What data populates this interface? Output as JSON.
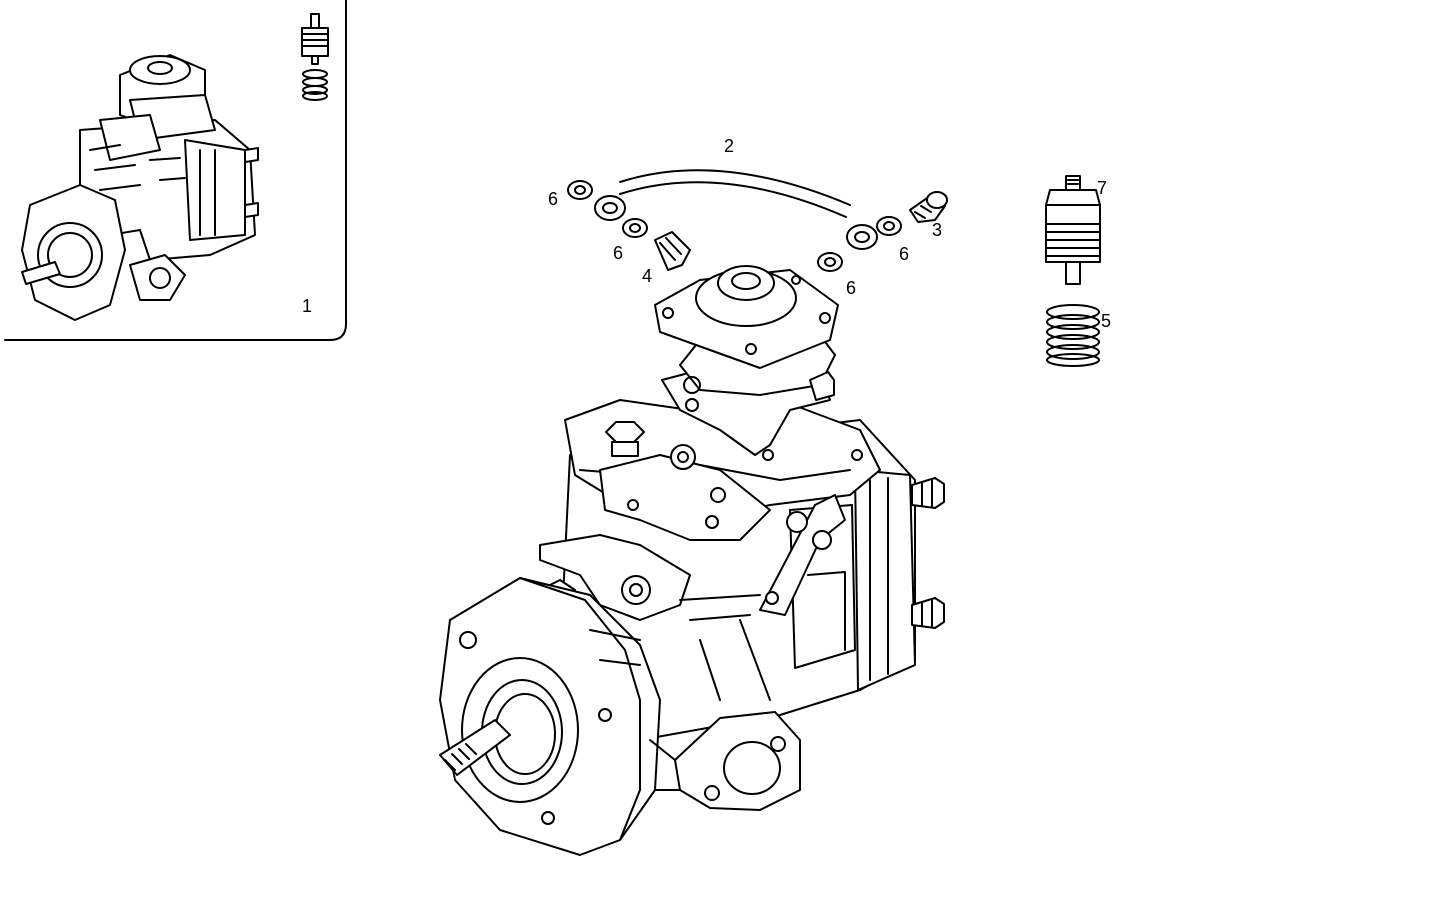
{
  "callouts": {
    "c1": "1",
    "c2": "2",
    "c3": "3",
    "c4": "4",
    "c5": "5",
    "c6a": "6",
    "c6b": "6",
    "c6c": "6",
    "c6d": "6",
    "c7": "7"
  },
  "colors": {
    "line": "#000000",
    "background": "#ffffff"
  }
}
